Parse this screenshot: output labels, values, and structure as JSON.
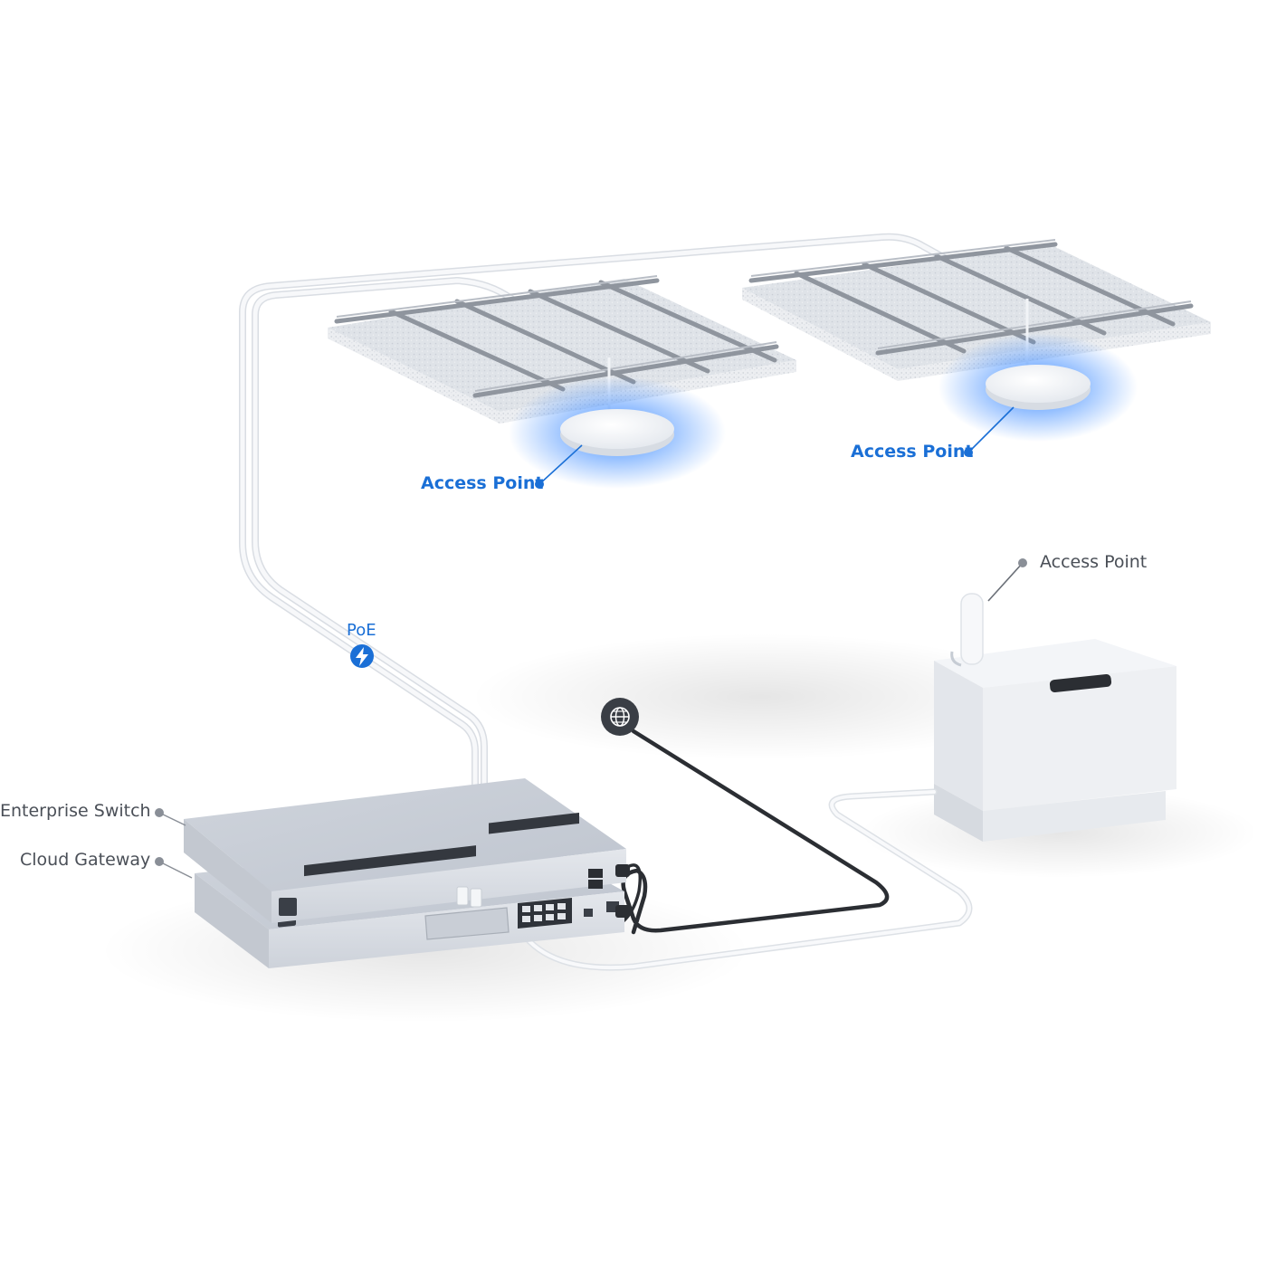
{
  "labels": {
    "access_point_1": "Access Point",
    "access_point_2": "Access Point",
    "access_point_3": "Access Point",
    "poe": "PoE",
    "enterprise_switch": "Enterprise Switch",
    "cloud_gateway": "Cloud Gateway"
  },
  "icons": {
    "poe": "lightning-bolt-icon",
    "internet": "globe-icon"
  },
  "colors": {
    "accent_blue": "#1a6fd6",
    "label_gray": "#4a4f57",
    "device_silver": "#d7dbe2",
    "cable_dark": "#2b2e33",
    "cable_white": "#f3f5f8",
    "ap_glow": "#3d8bff"
  }
}
